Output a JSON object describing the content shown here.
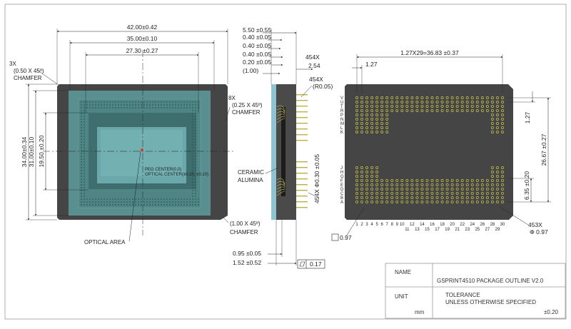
{
  "front": {
    "dim_width_overall": "42.00±0.42",
    "dim_width_inner": "35.00±0.10",
    "dim_width_optical": "27.30 ±0.27",
    "dim_height_overall": "34.00±0.34",
    "dim_height_inner": "31.00±0.10",
    "dim_height_optical": "19.50 ±0.20",
    "chamfer_top_left": [
      "3X",
      "(0.50 X 45º)",
      "CHAMFER"
    ],
    "chamfer_top_right": [
      "8X",
      "(0.25 X 45º)",
      "CHAMFER"
    ],
    "chamfer_bottom_right": [
      "(1.00 X 45º)",
      "CHAMFER"
    ],
    "peg_center": "PEG CENTER(0,0)",
    "optical_center": "OPTICAL CENTER(±0.10, ±0.10)",
    "optical_area": "OPTICAL AREA"
  },
  "side": {
    "stack_dims": [
      "5.50 ±0.55",
      "0.40 ±0.05",
      "0.40 ±0.05",
      "0.40 ±0.05",
      "0.20 ±0.05",
      "(1.00)"
    ],
    "pin_count_top": "454X",
    "pitch": "2.54",
    "pin_count_radius": "454X",
    "radius": "(R0.05)",
    "material": [
      "CERAMIC",
      "ALUMINA"
    ],
    "pin_diameter": "454X Φ0.30 ±0.05",
    "bottom_dim_1": "0.95 ±0.05",
    "bottom_dim_2": "1.52 ±0.52",
    "flatness_value": "0.17"
  },
  "bottom": {
    "dim_pitch_span": "1.27X29=36.83 ±0.37",
    "dim_pitch": "1.27",
    "dim_pitch_vertical": "1.27",
    "dim_span_vertical": "26.67 ±0.27",
    "dim_offset": "6.35 ±0.20",
    "pad_count": "453X",
    "pad_diameter": "Φ 0.97",
    "pad_square": "0.97",
    "row_letters_upper": [
      "V",
      "U",
      "T",
      "R",
      "P",
      "N",
      "M",
      "L",
      "K"
    ],
    "row_letters_lower": [
      "J",
      "H",
      "G",
      "F",
      "E",
      "D",
      "C",
      "B",
      "A"
    ],
    "col_numbers_top_row": [
      "1",
      "2",
      "3",
      "4",
      "5",
      "6",
      "7",
      "8",
      "9",
      "10",
      "12",
      "14",
      "16",
      "18",
      "20",
      "22",
      "24",
      "26",
      "28",
      "30"
    ],
    "col_numbers_bottom_row": [
      "11",
      "13",
      "15",
      "17",
      "19",
      "21",
      "23",
      "25",
      "27",
      "29"
    ]
  },
  "title_block": {
    "name_label": "NAME",
    "name_value": "GSPRINT4510 PACKAGE OUTLINE V2.0",
    "unit_label": "UNIT",
    "unit_value": "mm",
    "tolerance_label": [
      "TOLERANCE",
      "UNLESS OTHERWISE SPECIFIED"
    ],
    "tolerance_value": "±0.20"
  },
  "colors": {
    "package": "#454545",
    "die": "#5a8f8f",
    "die_inner": "#3f6e6e",
    "optical": "#6aa8ab",
    "pad": "#c7c24a",
    "pin": "#c0b040",
    "glass": "#8fc3d2"
  }
}
